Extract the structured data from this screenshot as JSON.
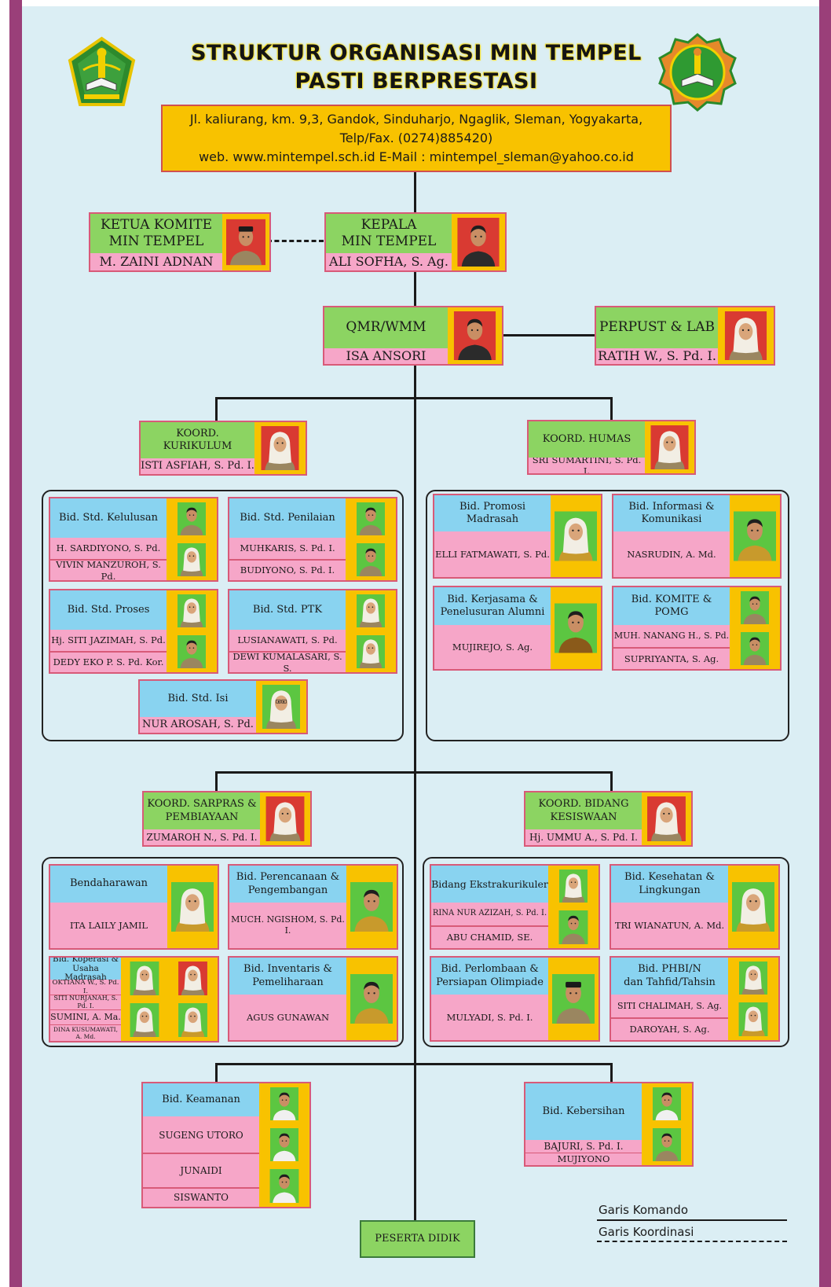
{
  "header": {
    "title_line1": "STRUKTUR ORGANISASI MIN TEMPEL",
    "title_line2": "PASTI BERPRESTASI",
    "address_line1": "Jl. kaliurang, km. 9,3, Gandok, Sinduharjo, Ngaglik, Sleman, Yogyakarta,",
    "address_line2": "Telp/Fax. (0274)885420)",
    "address_line3": "web. www.mintempel.sch.id E-Mail : mintempel_sleman@yahoo.co.id",
    "left_logo_icon": "kemenag-logo-icon",
    "right_logo_icon": "min-tempel-logo-icon"
  },
  "top": {
    "komite_title1": "KETUA KOMITE",
    "komite_title2": "MIN TEMPEL",
    "komite_name": "M. ZAINI ADNAN",
    "kepala_title1": "KEPALA",
    "kepala_title2": "MIN TEMPEL",
    "kepala_name": "ALI SOFHA, S. Ag.",
    "qmr_title": "QMR/WMM",
    "qmr_name": "ISA ANSORI",
    "perpust_title": "PERPUST  & LAB",
    "perpust_name": "RATIH W., S. Pd. I."
  },
  "kurikulum": {
    "title": "KOORD. KURIKULUM",
    "name": "ISTI ASFIAH, S. Pd. I.",
    "units": [
      {
        "title": "Bid. Std. Kelulusan",
        "names": [
          "H. SARDIYONO, S. Pd.",
          "VIVIN MANZUROH, S. Pd."
        ]
      },
      {
        "title": "Bid. Std. Penilaian",
        "names": [
          "MUHKARIS, S. Pd. I.",
          "BUDIYONO, S. Pd. I."
        ]
      },
      {
        "title": "Bid. Std. Proses",
        "names": [
          "Hj. SITI JAZIMAH, S. Pd.",
          "DEDY EKO P. S. Pd. Kor."
        ]
      },
      {
        "title": "Bid. Std. PTK",
        "names": [
          "LUSIANAWATI, S. Pd.",
          "DEWI KUMALASARI, S. S."
        ]
      },
      {
        "title": "Bid. Std. Isi",
        "names": [
          "NUR AROSAH, S. Pd."
        ]
      }
    ]
  },
  "humas": {
    "title": "KOORD. HUMAS",
    "name": "SRI SUMARTINI, S. Pd. I.",
    "units": [
      {
        "title": "Bid. Promosi Madrasah",
        "names": [
          "ELLI FATMAWATI, S. Pd."
        ]
      },
      {
        "title1": "Bid. Informasi &",
        "title2": "Komunikasi",
        "names": [
          "NASRUDIN, A. Md."
        ]
      },
      {
        "title1": "Bid. Kerjasama &",
        "title2": "Penelusuran Alumni",
        "names": [
          "MUJIREJO, S. Ag."
        ]
      },
      {
        "title": "Bid. KOMITE & POMG",
        "names": [
          "MUH. NANANG H., S. Pd.",
          "SUPRIYANTA, S. Ag."
        ]
      }
    ]
  },
  "sarpras": {
    "title1": "KOORD. SARPRAS &",
    "title2": "PEMBIAYAAN",
    "name": "ZUMAROH N., S. Pd. I.",
    "units": [
      {
        "title": "Bendaharawan",
        "names": [
          "ITA LAILY JAMIL"
        ]
      },
      {
        "title1": "Bid. Perencanaan &",
        "title2": "Pengembangan",
        "names": [
          "MUCH. NGISHOM, S. Pd. I."
        ]
      },
      {
        "title1": "Bid. Koperasi &",
        "title2": "Usaha Madrasah",
        "names": [
          "OKTIANA W., S. Pd. I.",
          "SITI NURJANAH, S. Pd. I.",
          "SUMINI, A. Ma.",
          "DINA KUSUMAWATI, A. Md."
        ]
      },
      {
        "title1": "Bid. Inventaris &",
        "title2": "Pemeliharaan",
        "names": [
          "AGUS GUNAWAN"
        ]
      }
    ]
  },
  "kesiswaan": {
    "title1": "KOORD. BIDANG",
    "title2": "KESISWAAN",
    "name": "Hj. UMMU A., S. Pd. I.",
    "units": [
      {
        "title": "Bidang Ekstrakurikuler",
        "names": [
          "RINA NUR AZIZAH, S. Pd. I.",
          "ABU CHAMID, SE."
        ]
      },
      {
        "title1": "Bid. Kesehatan &",
        "title2": "Lingkungan",
        "names": [
          "TRI WIANATUN, A. Md."
        ]
      },
      {
        "title1": "Bid. Perlombaan &",
        "title2": "Persiapan Olimpiade",
        "names": [
          "MULYADI, S. Pd. I."
        ]
      },
      {
        "title1": "Bid. PHBI/N",
        "title2": "dan Tahfid/Tahsin",
        "names": [
          "SITI CHALIMAH, S. Ag.",
          "DAROYAH, S. Ag."
        ]
      }
    ]
  },
  "bottom": {
    "keamanan_title": "Bid. Keamanan",
    "keamanan_names": [
      "SUGENG UTORO",
      "JUNAIDI",
      "SISWANTO"
    ],
    "kebersihan_title": "Bid. Kebersihan",
    "kebersihan_names": [
      "BAJURI, S. Pd. I.",
      "MUJIYONO"
    ],
    "peserta": "PESERTA DIDIK"
  },
  "legend": {
    "komando": "Garis Komando",
    "koordinasi": "Garis Koordinasi"
  },
  "colors": {
    "title_box": "#8cd462",
    "unit_header": "#89d3f0",
    "name_box": "#f6a6c8",
    "photo_frame": "#f8c200",
    "photo_bg_red": "#d93a32",
    "photo_bg_green": "#5cc641",
    "side_band": "#9a3f79"
  }
}
